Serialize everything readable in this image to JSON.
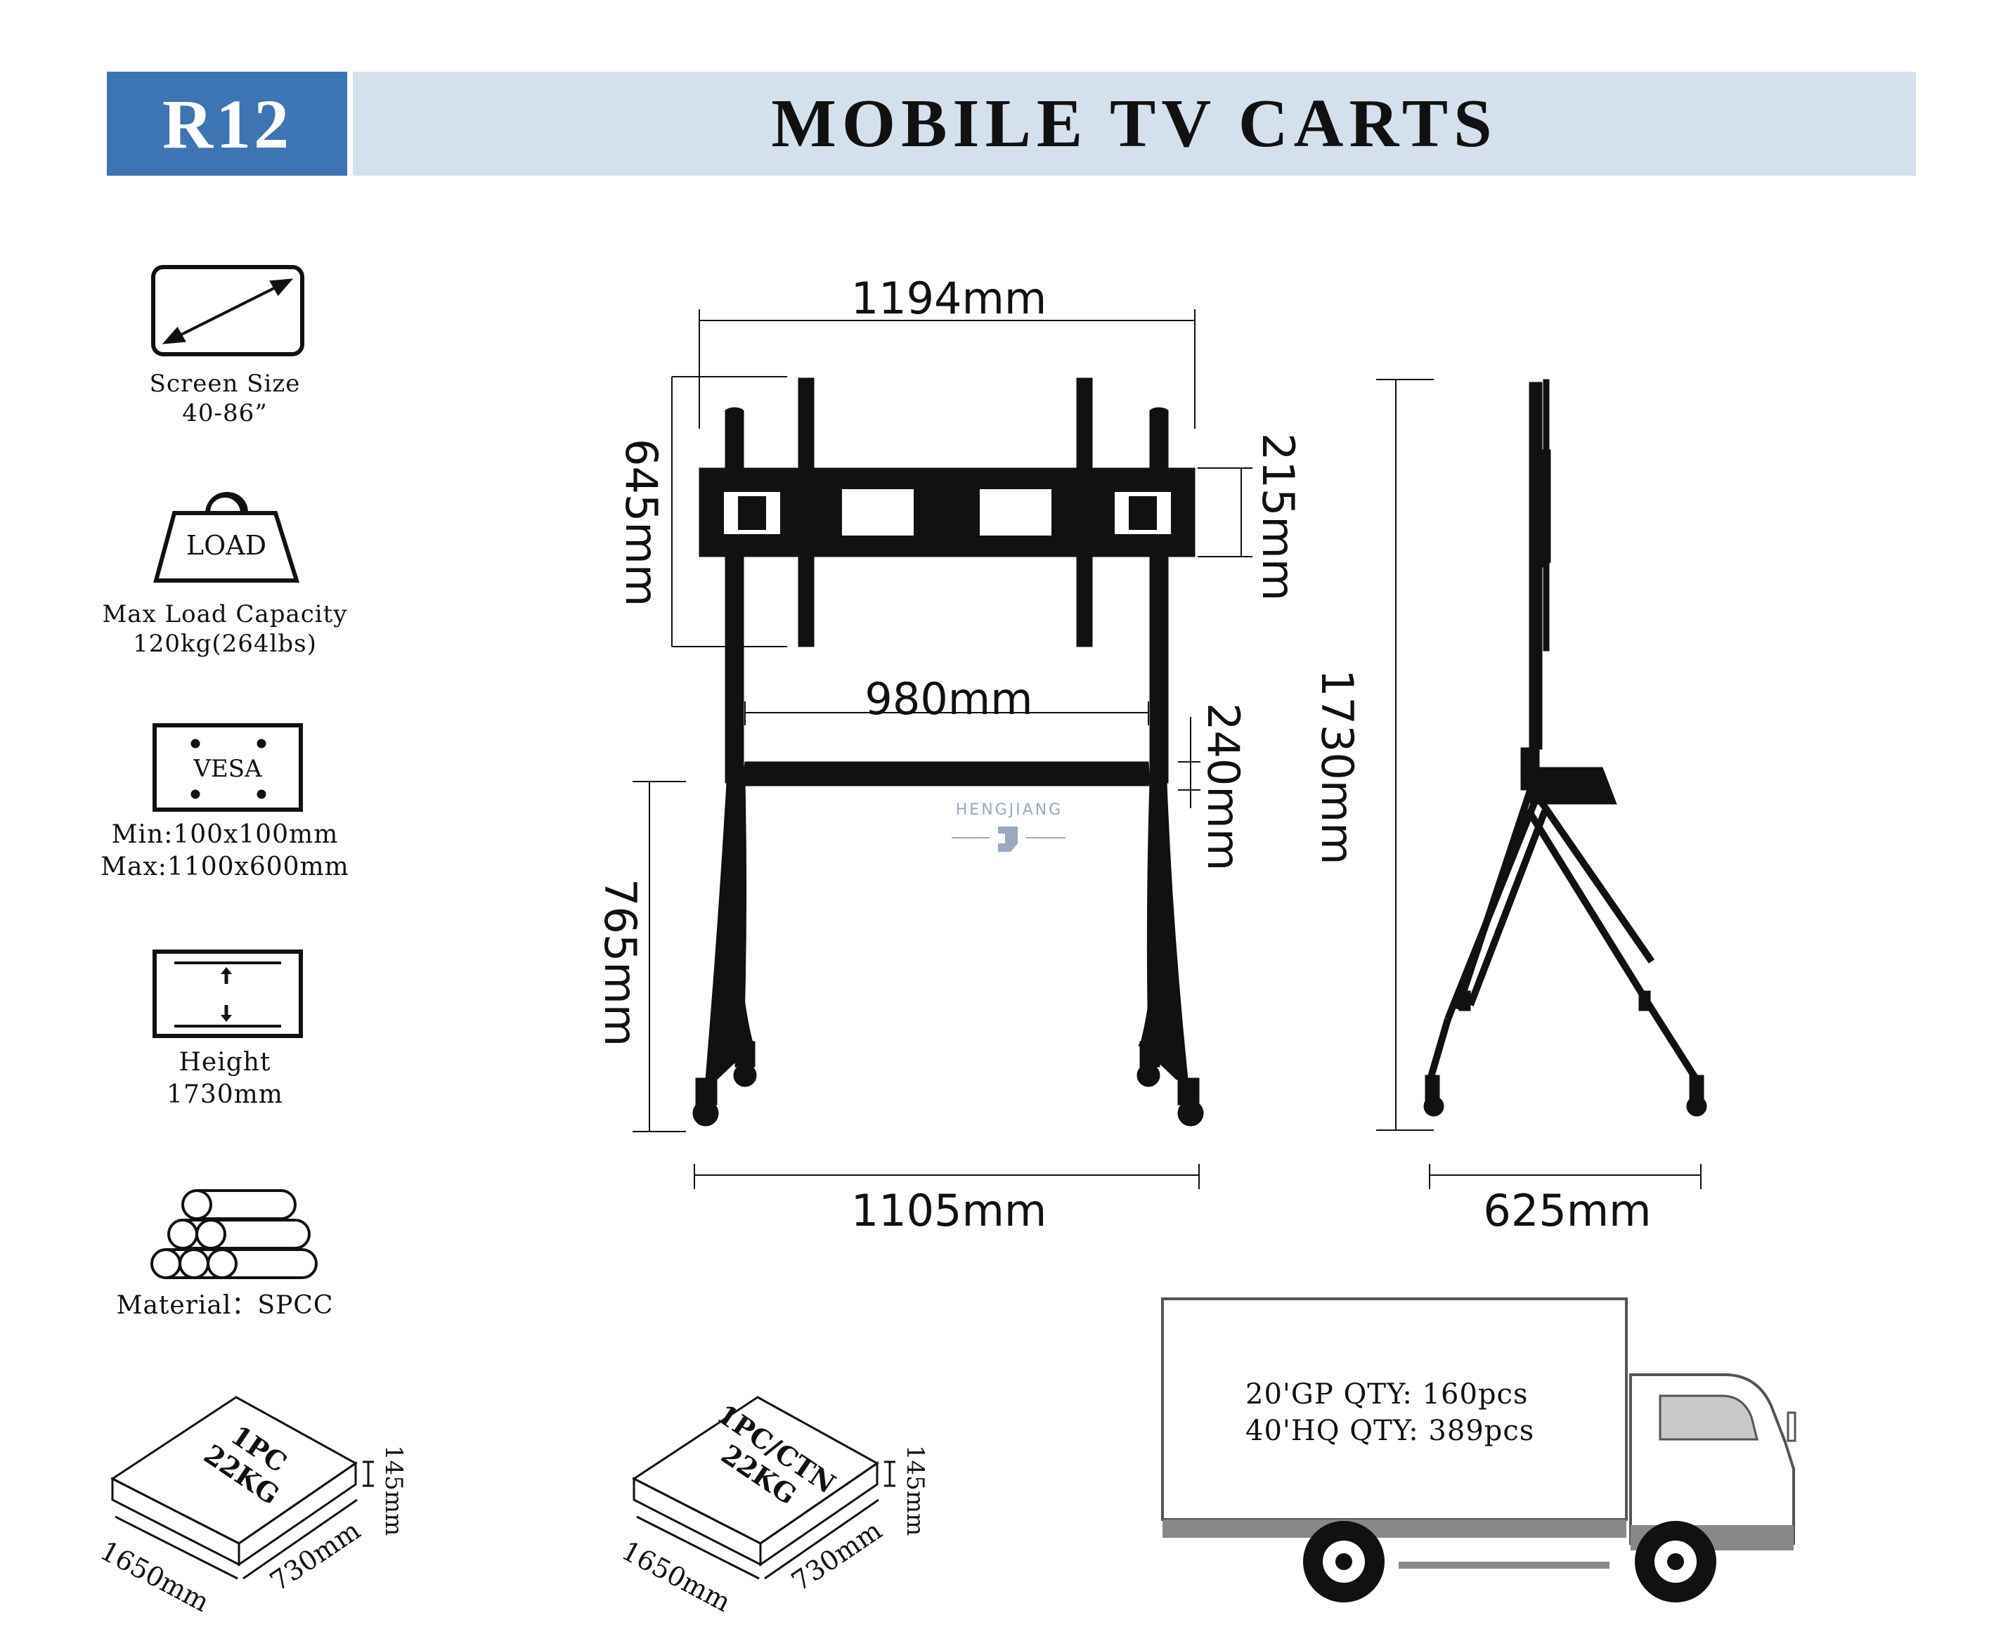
{
  "header": {
    "model": "R12",
    "title": "MOBILE TV CARTS"
  },
  "specs": {
    "screen_size_label": "Screen Size",
    "screen_size_value": "40-86”",
    "load_icon_text": "LOAD",
    "load_label": "Max Load Capacity",
    "load_value": "120kg(264lbs)",
    "vesa_icon_text": "VESA",
    "vesa_min": "Min:100x100mm",
    "vesa_max": "Max:1100x600mm",
    "height_label": "Height",
    "height_value": "1730mm",
    "material": "Material：SPCC"
  },
  "dimensions": {
    "top_width": "1194mm",
    "mount_height": "645mm",
    "bracket_height": "215mm",
    "shelf_width": "980mm",
    "shelf_gap": "240mm",
    "leg_height": "765mm",
    "total_height": "1730mm",
    "base_width": "1105mm",
    "depth": "625mm"
  },
  "brand": "HENGJIANG",
  "packages": [
    {
      "line1": "1PC",
      "line2": "22KG",
      "length": "1650mm",
      "width": "730mm",
      "height": "145mm"
    },
    {
      "line1": "1PC/CTN",
      "line2": "22KG",
      "length": "1650mm",
      "width": "730mm",
      "height": "145mm"
    }
  ],
  "shipping": {
    "gp20": "20'GP QTY: 160pcs",
    "hq40": "40'HQ QTY: 389pcs"
  }
}
